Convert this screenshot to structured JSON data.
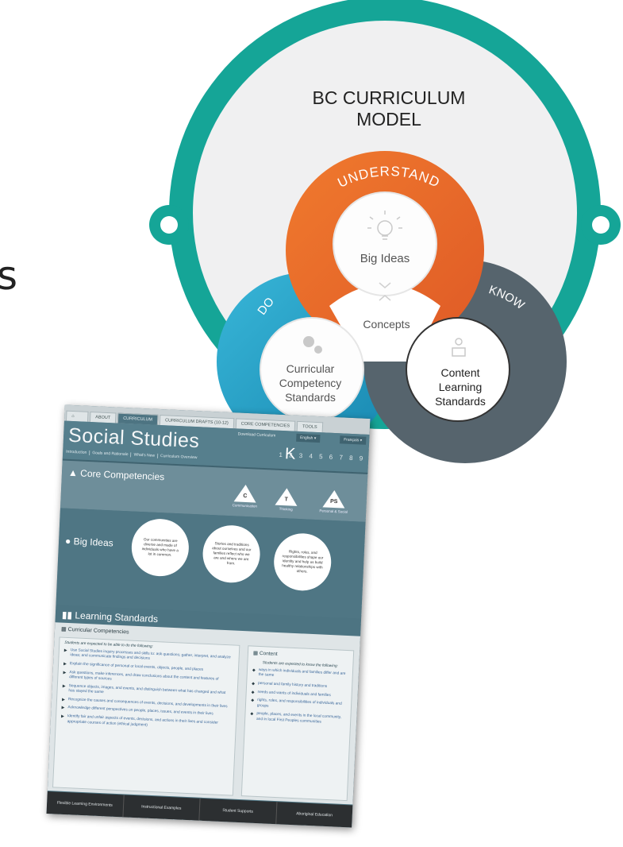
{
  "side_fragment": "s",
  "model": {
    "title_line1": "BC CURRICULUM",
    "title_line2": "MODEL",
    "ring_understand": "UNDERSTAND",
    "ring_do": "DO",
    "ring_know": "KNOW",
    "big_ideas": "Big Ideas",
    "concepts": "Concepts",
    "competency_line1": "Curricular",
    "competency_line2": "Competency",
    "competency_line3": "Standards",
    "content_line1": "Content",
    "content_line2": "Learning",
    "content_line3": "Standards",
    "colors": {
      "teal": "#15a597",
      "orange": "#e96b2c",
      "blue": "#29a3c8",
      "slate": "#56646d",
      "light": "#f0f0f1"
    }
  },
  "screenshot": {
    "nav_tabs": [
      "ABOUT",
      "CURRICULUM",
      "CURRICULUM DRAFTS (10-12)",
      "CORE COMPETENCIES",
      "TOOLS"
    ],
    "title": "Social Studies",
    "download": "Download Curriculum",
    "lang_en": "English ▾",
    "lang_fr": "Français ▾",
    "grade": "K",
    "grade_numbers": "1 2 3 4 5 6 7 8 9",
    "subnav": [
      "Introduction",
      "Goals and Rationale",
      "What's New",
      "Curriculum Overview"
    ],
    "core_competencies": {
      "heading": "Core Competencies",
      "items": [
        {
          "letter": "C",
          "label": "Communication"
        },
        {
          "letter": "T",
          "label": "Thinking"
        },
        {
          "letter": "PS",
          "label": "Personal & Social"
        }
      ]
    },
    "big_ideas": {
      "heading": "Big Ideas",
      "items": [
        "Our communities are diverse and made of individuals who have a lot in common.",
        "Stories and traditions about ourselves and our families reflect who we are and where we are from.",
        "Rights, roles, and responsibilities shape our identity and help us build healthy relationships with others."
      ]
    },
    "learning_standards": {
      "heading": "Learning Standards",
      "curricular_heading": "Curricular Competencies",
      "curricular_intro": "Students are expected to be able to do the following:",
      "curricular_items": [
        "Use Social Studies inquiry processes and skills to: ask questions; gather, interpret, and analyze ideas; and communicate findings and decisions",
        "Explain the significance of personal or local events, objects, people, and places",
        "Ask questions, make inferences, and draw conclusions about the content and features of different types of sources",
        "Sequence objects, images, and events, and distinguish between what has changed and what has stayed the same",
        "Recognize the causes and consequences of events, decisions, and developments in their lives",
        "Acknowledge different perspectives on people, places, issues, and events in their lives",
        "Identify fair and unfair aspects of events, decisions, and actions in their lives and consider appropriate courses of action (ethical judgment)"
      ],
      "content_heading": "Content",
      "content_intro": "Students are expected to know the following:",
      "content_items": [
        "ways in which individuals and families differ and are the same",
        "personal and family history and traditions",
        "needs and wants of individuals and families",
        "rights, roles, and responsibilities of individuals and groups",
        "people, places, and events in the local community, and in local First Peoples communities"
      ]
    },
    "footer": [
      "Flexible Learning Environments",
      "Instructional Examples",
      "Student Supports",
      "Aboriginal Education"
    ]
  }
}
